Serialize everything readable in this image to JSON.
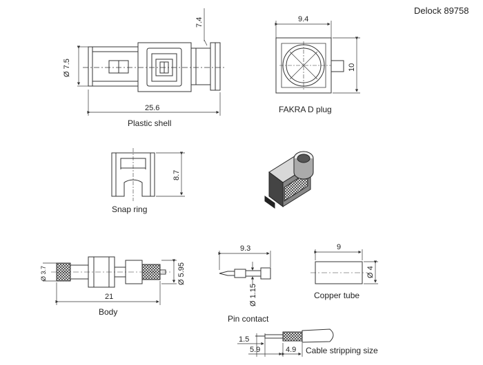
{
  "header": {
    "product_code": "Delock 89758"
  },
  "plastic_shell": {
    "caption": "Plastic shell",
    "dim_length": "25.6",
    "dim_height": "7.4",
    "dim_diameter": "Ø 7.5"
  },
  "fakra_plug": {
    "caption": "FAKRA D plug",
    "dim_width": "9.4",
    "dim_height": "10"
  },
  "snap_ring": {
    "caption": "Snap ring",
    "dim_height": "8.7"
  },
  "body_part": {
    "caption": "Body",
    "dim_length": "21",
    "dim_left_diameter": "Ø 3.7",
    "dim_right_diameter": "Ø 5.95"
  },
  "pin_contact": {
    "caption": "Pin contact",
    "dim_length": "9.3",
    "dim_diameter": "Ø 1.15"
  },
  "copper_tube": {
    "caption": "Copper tube",
    "dim_length": "9",
    "dim_diameter": "Ø 4"
  },
  "stripping": {
    "caption": "Cable stripping size",
    "dim_a": "1.5",
    "dim_b": "5.9",
    "dim_c": "4.9"
  }
}
